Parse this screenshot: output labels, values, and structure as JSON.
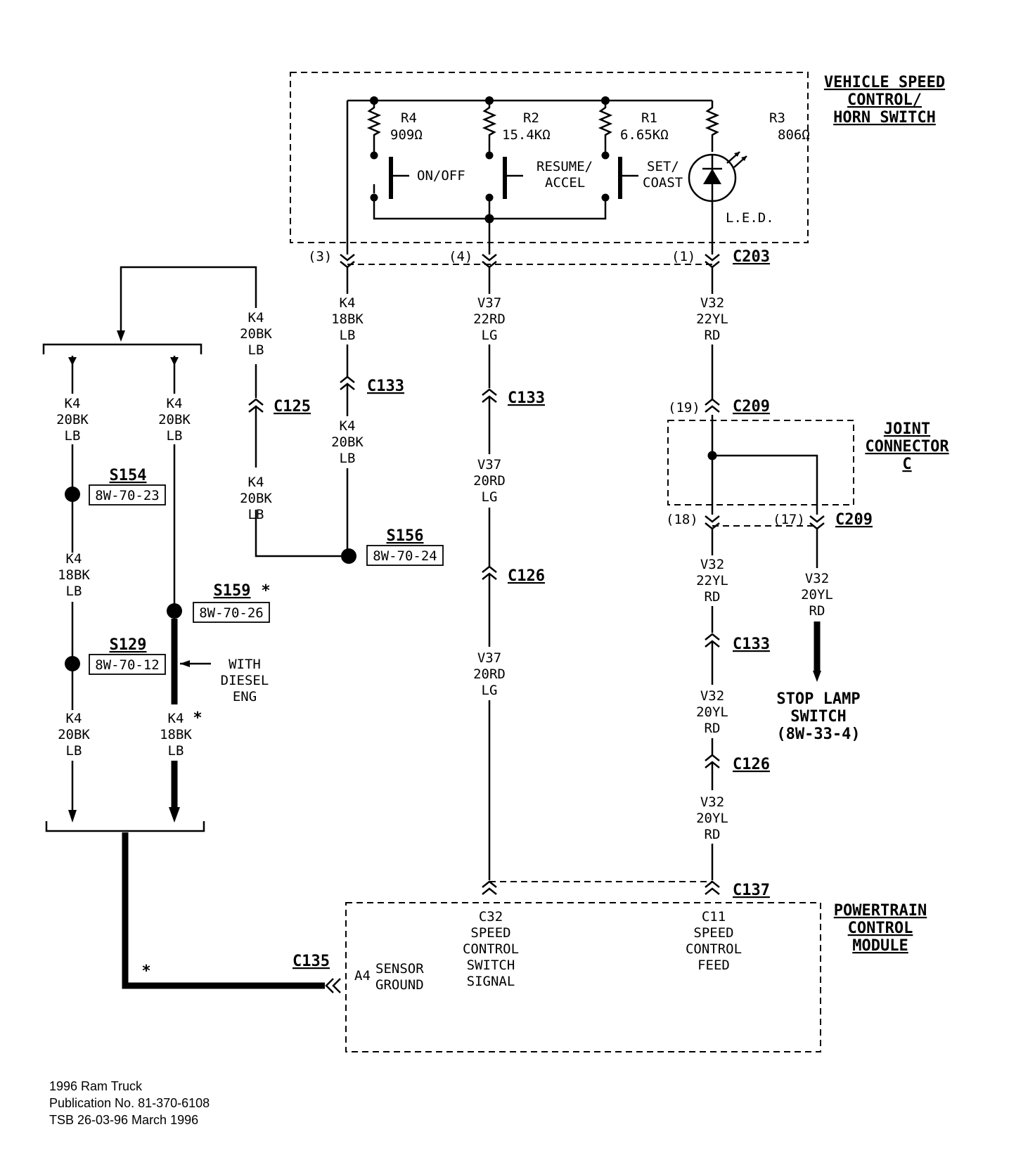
{
  "modules": {
    "vscm": [
      "VEHICLE SPEED",
      "CONTROL/",
      "HORN SWITCH"
    ],
    "joint": [
      "JOINT",
      "CONNECTOR",
      "C"
    ],
    "pcm": [
      "POWERTRAIN",
      "CONTROL",
      "MODULE"
    ],
    "stop_lamp": [
      "STOP LAMP",
      "SWITCH",
      "(8W-33-4)"
    ]
  },
  "resistors": [
    {
      "name": "R4",
      "value": "909Ω"
    },
    {
      "name": "R2",
      "value": "15.4KΩ"
    },
    {
      "name": "R1",
      "value": "6.65KΩ"
    },
    {
      "name": "R3",
      "value": "806Ω"
    }
  ],
  "switches": {
    "on_off": "ON/OFF",
    "resume": [
      "RESUME/",
      "ACCEL"
    ],
    "set": [
      "SET/",
      "COAST"
    ]
  },
  "led": "L.E.D.",
  "connectors": {
    "c203": "C203",
    "c133": "C133",
    "c125": "C125",
    "c126": "C126",
    "c209": "C209",
    "c137": "C137",
    "c135": "C135"
  },
  "pins": {
    "p3": "(3)",
    "p4": "(4)",
    "p1": "(1)",
    "p19": "(19)",
    "p18": "(18)",
    "p17": "(17)"
  },
  "splices": [
    {
      "name": "S154",
      "ref": "8W-70-23"
    },
    {
      "name": "S156",
      "ref": "8W-70-24"
    },
    {
      "name": "S159",
      "ref": "8W-70-26"
    },
    {
      "name": "S129",
      "ref": "8W-70-12"
    }
  ],
  "star": "*",
  "wires": {
    "k4_18bk_lb": [
      "K4",
      "18BK",
      "LB"
    ],
    "k4_20bk_lb": [
      "K4",
      "20BK",
      "LB"
    ],
    "v37_22rd_lg": [
      "V37",
      "22RD",
      "LG"
    ],
    "v37_20rd_lg": [
      "V37",
      "20RD",
      "LG"
    ],
    "v32_22yl_rd": [
      "V32",
      "22YL",
      "RD"
    ],
    "v32_20yl_rd": [
      "V32",
      "20YL",
      "RD"
    ]
  },
  "diesel_note": [
    "WITH",
    "DIESEL",
    "ENG"
  ],
  "pcm_pins": {
    "a4": "A4",
    "sensor_ground": [
      "SENSOR",
      "GROUND"
    ],
    "c32": [
      "C32",
      "SPEED",
      "CONTROL",
      "SWITCH",
      "SIGNAL"
    ],
    "c11": [
      "C11",
      "SPEED",
      "CONTROL",
      "FEED"
    ]
  },
  "publication": [
    "1996 Ram Truck",
    "Publication No. 81-370-6108",
    "TSB 26-03-96   March  1996"
  ]
}
